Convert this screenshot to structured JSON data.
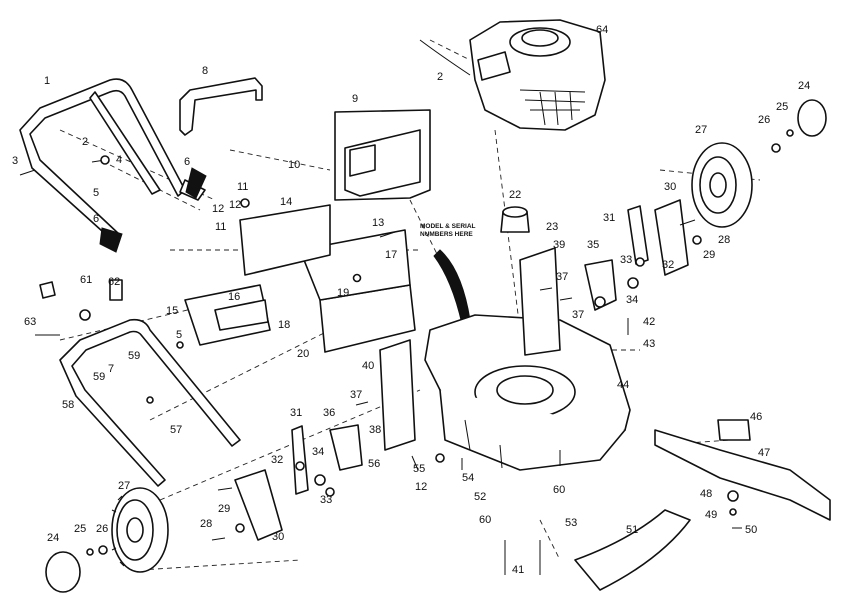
{
  "labels": {
    "l1": "1",
    "l2a": "2",
    "l2b": "2",
    "l3": "3",
    "l4": "4",
    "l5a": "5",
    "l5b": "5",
    "l6a": "6",
    "l6b": "6",
    "l7": "7",
    "l8": "8",
    "l9": "9",
    "l10": "10",
    "l11a": "11",
    "l11b": "11",
    "l12a": "12",
    "l12b": "12",
    "l12c": "12",
    "l13": "13",
    "l14": "14",
    "l15": "15",
    "l16": "16",
    "l17": "17",
    "l18": "18",
    "l19": "19",
    "l20": "20",
    "l22": "22",
    "l23": "23",
    "l24a": "24",
    "l24b": "24",
    "l25a": "25",
    "l25b": "25",
    "l26a": "26",
    "l26b": "26",
    "l27a": "27",
    "l27b": "27",
    "l28a": "28",
    "l28b": "28",
    "l29a": "29",
    "l29b": "29",
    "l30a": "30",
    "l30b": "30",
    "l31a": "31",
    "l31b": "31",
    "l32a": "32",
    "l32b": "32",
    "l33a": "33",
    "l33b": "33",
    "l34a": "34",
    "l34b": "34",
    "l35": "35",
    "l36": "36",
    "l37a": "37",
    "l37b": "37",
    "l37c": "37",
    "l38": "38",
    "l39": "39",
    "l40": "40",
    "l41": "41",
    "l42": "42",
    "l43": "43",
    "l44": "44",
    "l46": "46",
    "l47": "47",
    "l48": "48",
    "l49": "49",
    "l50": "50",
    "l51": "51",
    "l52": "52",
    "l53": "53",
    "l54": "54",
    "l55": "55",
    "l56": "56",
    "l57": "57",
    "l58": "58",
    "l59a": "59",
    "l59b": "59",
    "l60a": "60",
    "l60b": "60",
    "l61": "61",
    "l62": "62",
    "l63": "63",
    "l64": "64"
  },
  "note_line1": "MODEL & SERIAL",
  "note_line2": "NUMBERS HERE"
}
